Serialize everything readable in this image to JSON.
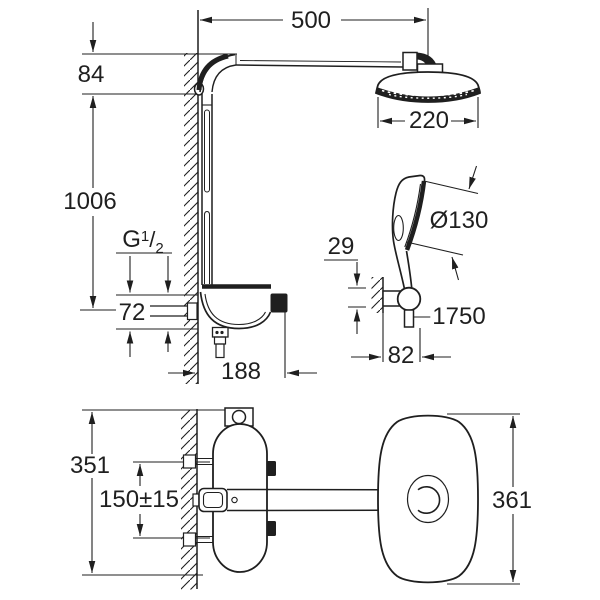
{
  "drawing": {
    "description": "Wall-mounted thermostatic shower system - dimensional drawing with side elevation (top) and plan view (bottom)",
    "units": "mm",
    "line_color": "#1f1f1f",
    "background_color": "#ffffff"
  },
  "side_view": {
    "arm_reach": "500",
    "arm_drop": "84",
    "head_diameter": "220",
    "rail_height": "1006",
    "thread": {
      "base": "G",
      "sup": "1",
      "slash": "/",
      "sub": "2"
    },
    "inlet_offset": "72",
    "valve_depth": "188",
    "hand_shower_diameter": "Ø130",
    "holder_offset": "29",
    "hose_length": "1750",
    "holder_depth": "82"
  },
  "plan_view": {
    "valve_height": "351",
    "inlet_spacing": "150±15",
    "head_length": "361"
  }
}
